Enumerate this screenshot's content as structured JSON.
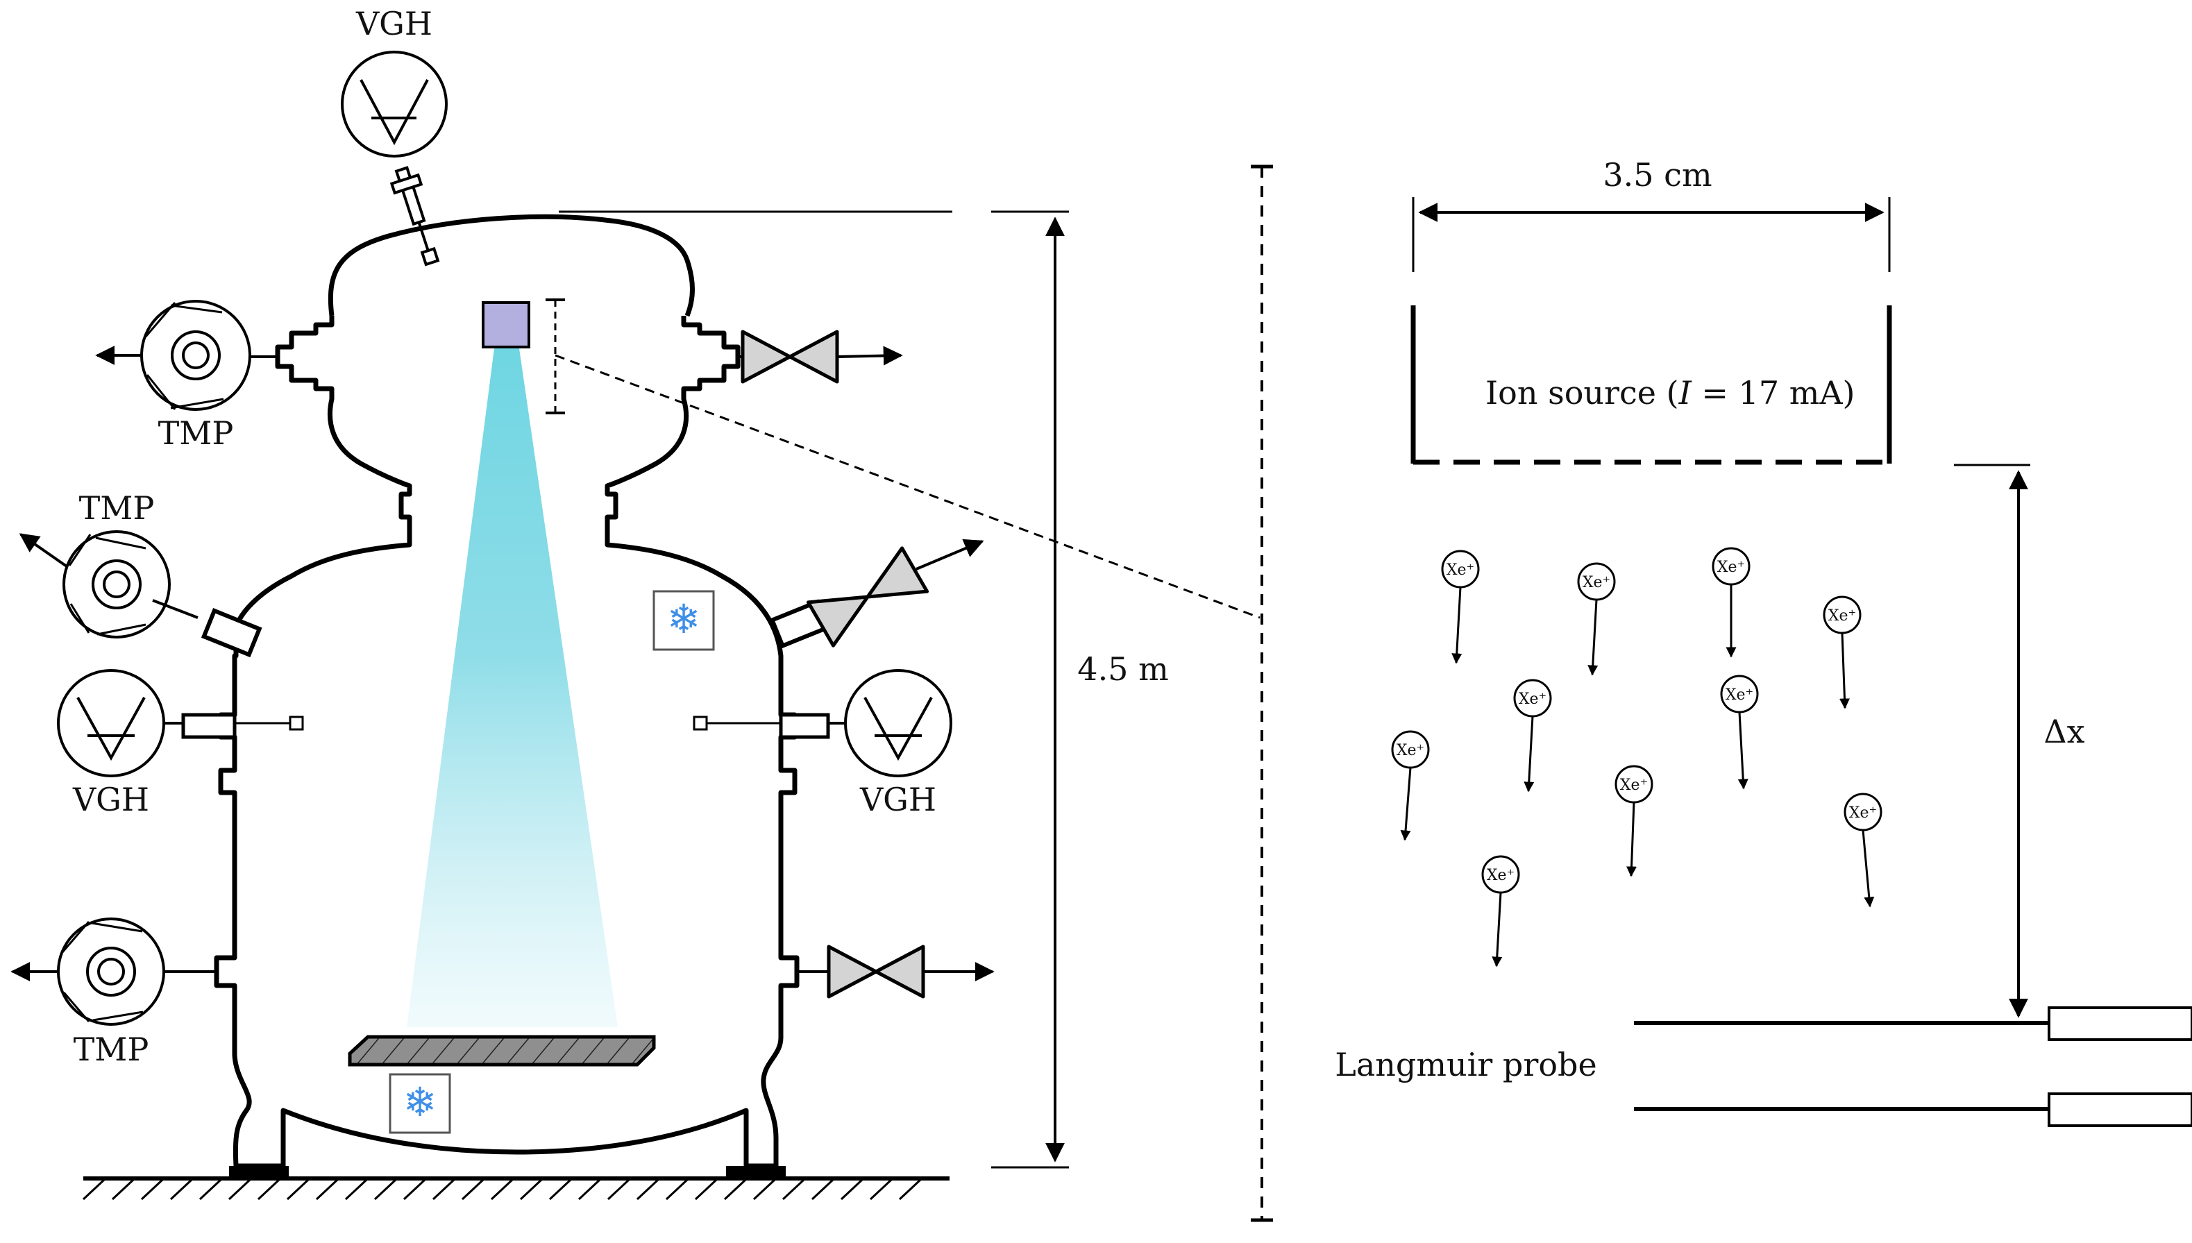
{
  "labels": {
    "vgh_top": "VGH",
    "vgh_left": "VGH",
    "vgh_right": "VGH",
    "tmp_upper": "TMP",
    "tmp_mid": "TMP",
    "tmp_lower": "TMP",
    "height": "4.5 m",
    "width": "3.5 cm",
    "ion_source": "Ion source (",
    "ion_source_i": "I",
    "ion_source_rest": " = 17 mA)",
    "dx": "Δx",
    "probe": "Langmuir probe",
    "ion": "Xe⁺"
  },
  "colors": {
    "source": "#b3b0e0",
    "beam": "#7fd9e3",
    "valve": "#d4d4d4",
    "stage": "#8f8f8f",
    "snowflake": "#3f8fe6"
  },
  "icons": {
    "snowflake": "❄"
  }
}
